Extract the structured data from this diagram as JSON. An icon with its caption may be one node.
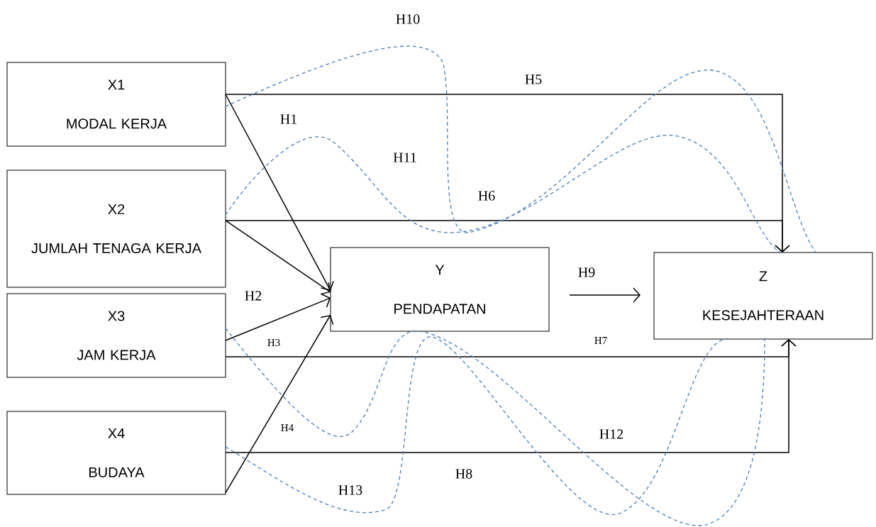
{
  "diagram": {
    "nodes": [
      {
        "text": [
          "X1",
          "MODAL KERJA"
        ]
      },
      {
        "text": [
          "X2",
          "JUMLAH TENAGA KERJA"
        ]
      },
      {
        "text": [
          "X3",
          "JAM KERJA"
        ]
      },
      {
        "text": [
          "X4",
          "BUDAYA"
        ]
      },
      {
        "text": [
          "Y",
          "PENDAPATAN"
        ]
      },
      {
        "text": [
          "Z",
          "KESEJAHTERAAN"
        ]
      }
    ],
    "edges": [
      {
        "from": 0,
        "to": 4,
        "arrow": "to",
        "label": "H1"
      },
      {
        "from": 1,
        "to": 4,
        "arrow": "to",
        "label": "H2"
      },
      {
        "from": 2,
        "to": 4,
        "arrow": "to",
        "label": "H3"
      },
      {
        "from": 3,
        "to": 4,
        "arrow": "to",
        "label": "H4"
      },
      {
        "from": 0,
        "to": 5,
        "arrow": "to",
        "label": "H5"
      },
      {
        "from": 1,
        "to": 5,
        "arrow": "to",
        "label": "H6"
      },
      {
        "from": 2,
        "to": 5,
        "arrow": "to",
        "label": "H7"
      },
      {
        "from": 3,
        "to": 5,
        "arrow": "to",
        "label": "H8"
      },
      {
        "from": 4,
        "to": 5,
        "arrow": "to",
        "label": "H9"
      },
      {
        "from": 0,
        "to": 5,
        "arrow": "none",
        "label": "H10",
        "style": "dashed",
        "color": "#4a7ebb"
      },
      {
        "from": 1,
        "to": 5,
        "arrow": "none",
        "label": "H11",
        "style": "dashed",
        "color": "#4a7ebb"
      },
      {
        "from": 2,
        "to": 5,
        "arrow": "none",
        "label": "H12",
        "style": "dashed",
        "color": "#4a7ebb"
      },
      {
        "from": 3,
        "to": 5,
        "arrow": "none",
        "label": "H13",
        "style": "dashed",
        "color": "#4a7ebb"
      }
    ]
  }
}
